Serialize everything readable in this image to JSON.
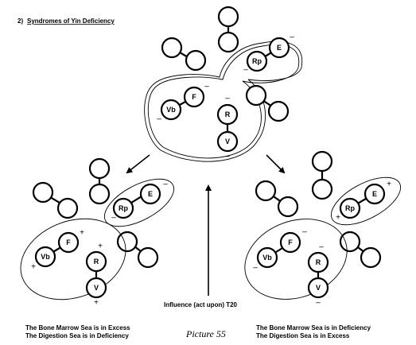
{
  "title": {
    "number": "2)",
    "text": "Syndromes of Yin Deficiency"
  },
  "nodes": {
    "vb": "Vb",
    "f": "F",
    "r": "R",
    "v": "V",
    "rp": "Rp",
    "e": "E"
  },
  "signs": {
    "minus": "–",
    "plus": "+"
  },
  "influence_label": "Influence (act upon) T20",
  "captions": {
    "left_line1": "The Bone Marrow Sea is in Excess",
    "left_line2": "The Digestion Sea is in Deficiency",
    "picture": "Picture 55",
    "right_line1": "The Bone Marrow Sea is in Deficiency",
    "right_line2": "The Digestion Sea is in Excess"
  }
}
